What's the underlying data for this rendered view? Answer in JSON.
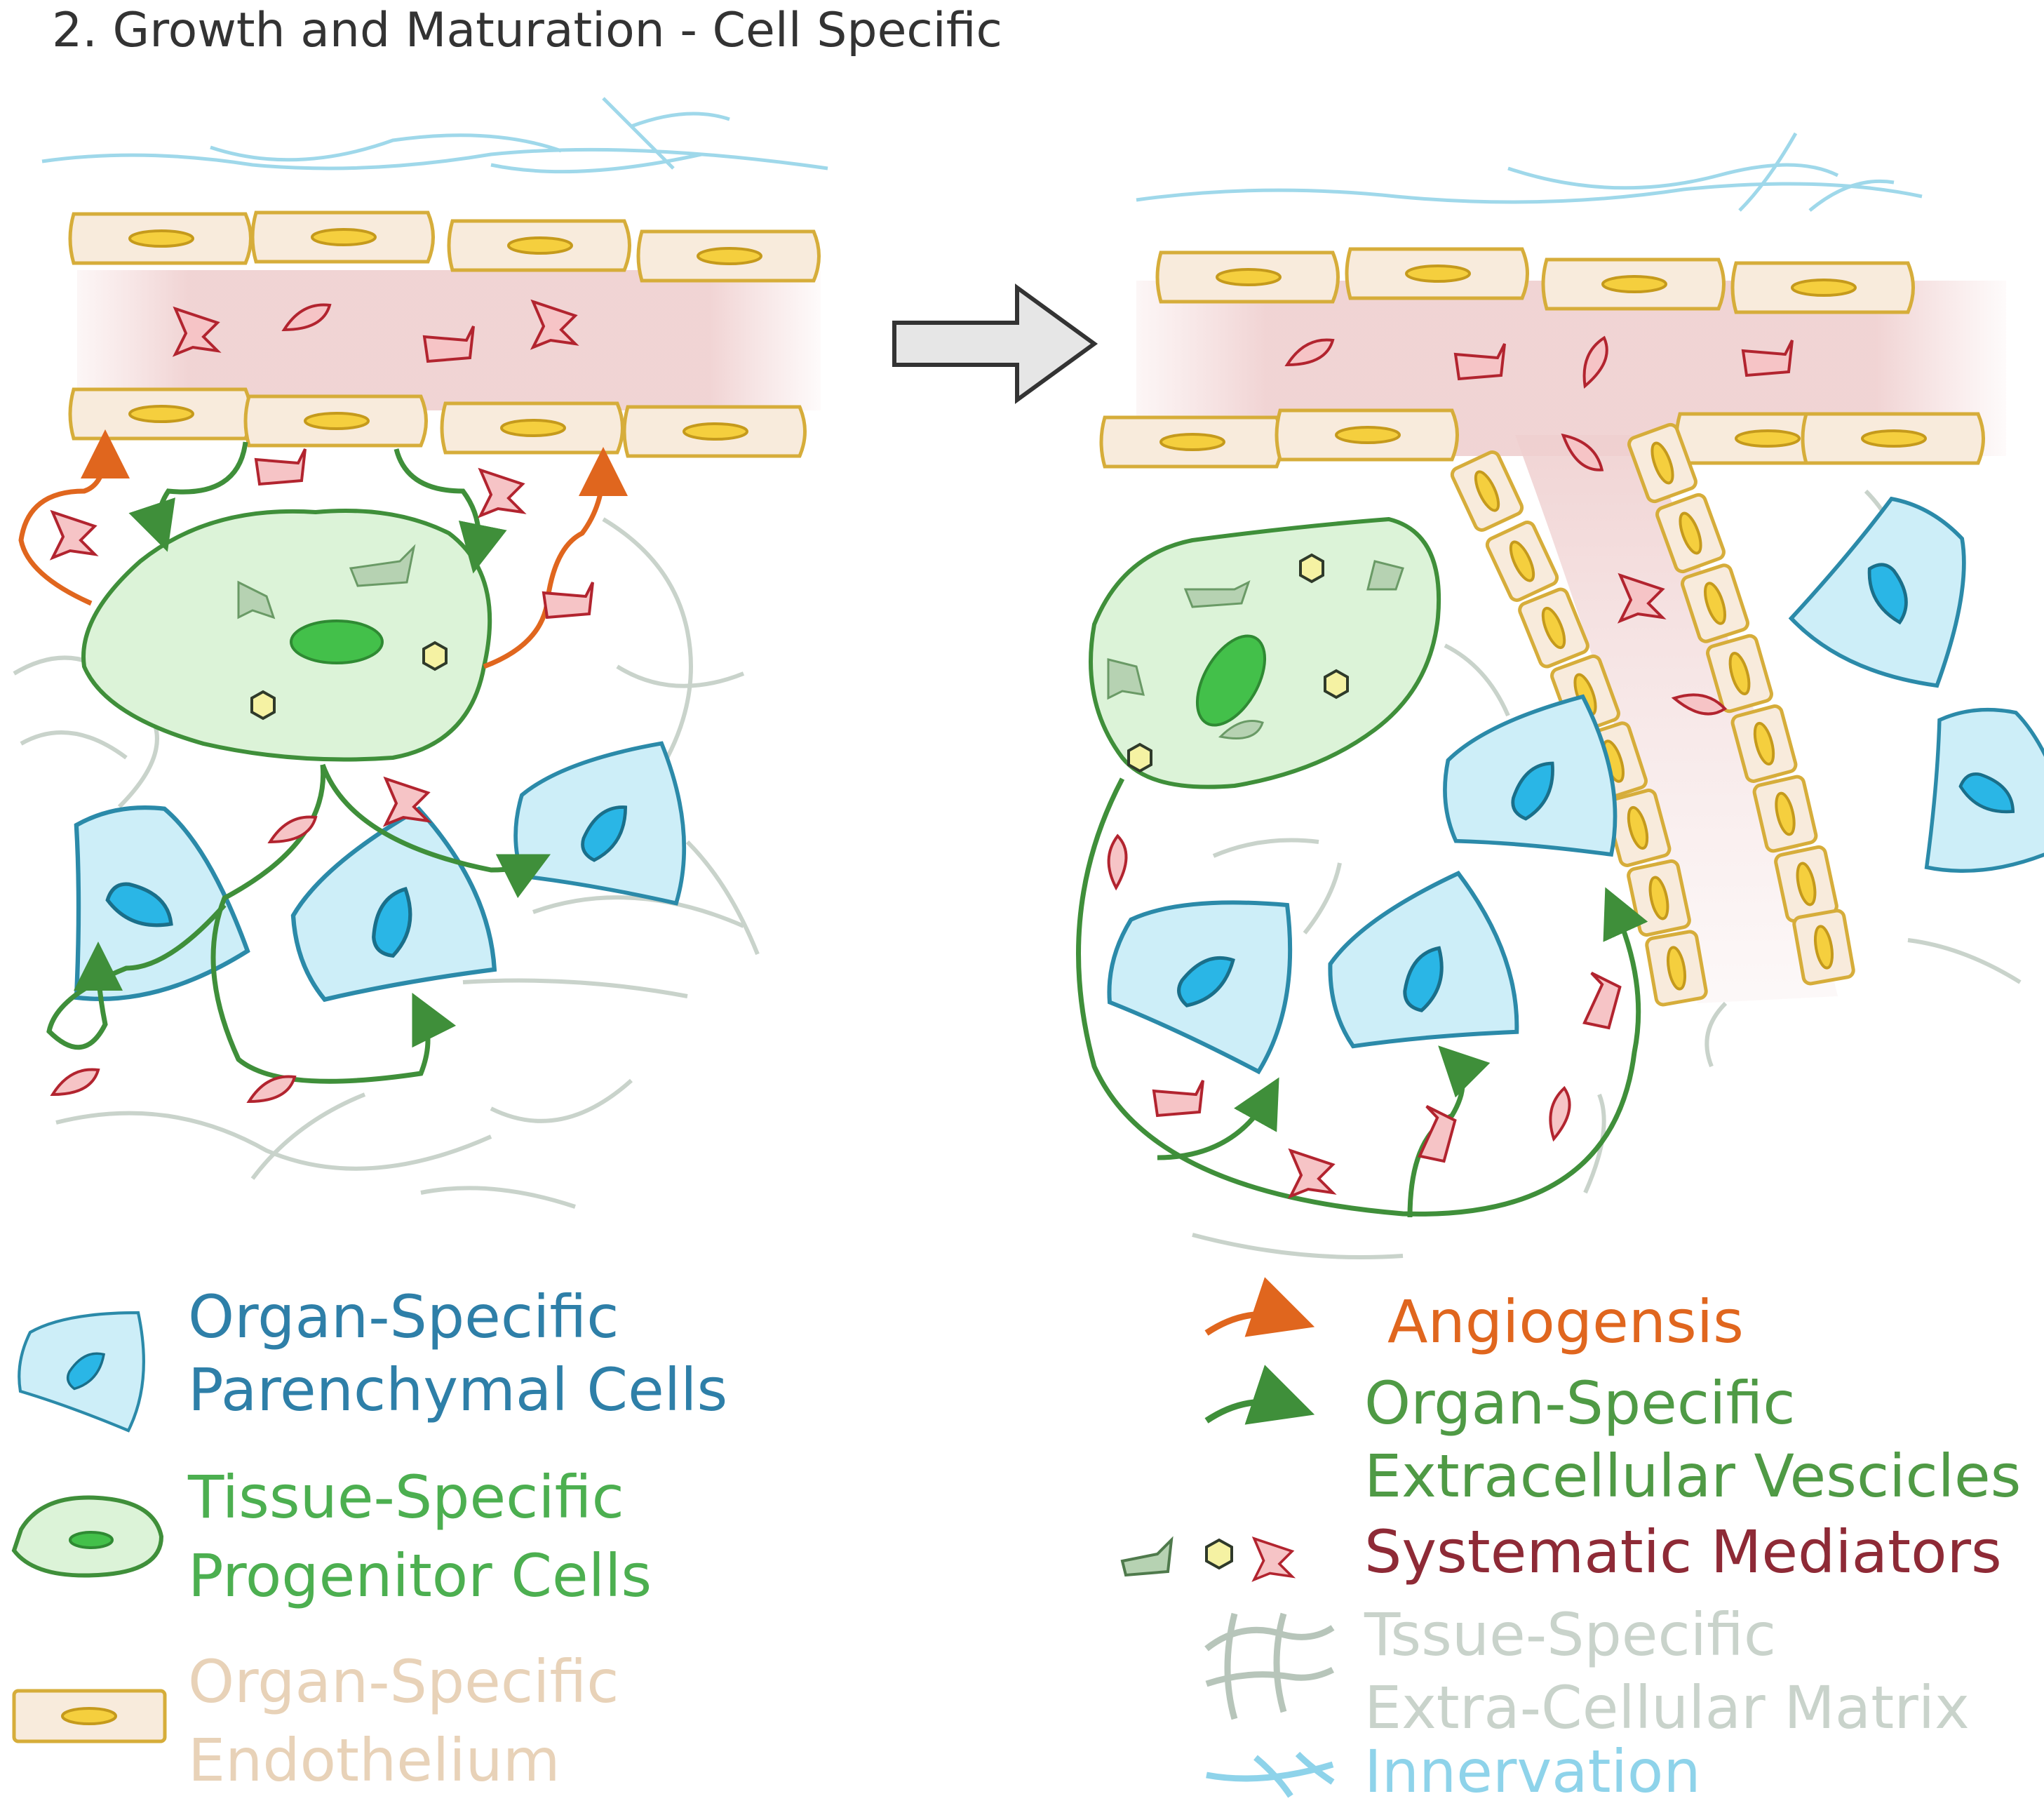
{
  "title": "2. Growth and Maturation - Cell Specific",
  "legend_left": [
    {
      "line1": "Organ-Specific",
      "line2": "Parenchymal Cells",
      "color": "#2e7fa8",
      "icon": "parenchymal-cell-icon"
    },
    {
      "line1": "Tissue-Specific",
      "line2": "Progenitor Cells",
      "color": "#4caf50",
      "icon": "progenitor-cell-icon"
    },
    {
      "line1": "Organ-Specific",
      "line2": "Endothelium",
      "color": "#e8d2b8",
      "icon": "endothelial-cell-icon"
    }
  ],
  "legend_right": [
    {
      "line1": "Angiogensis",
      "line2": "",
      "color": "#e0661e",
      "icon": "orange-arrow-icon"
    },
    {
      "line1": "Organ-Specific",
      "line2": "Extracellular Vescicles",
      "color": "#4f9a45",
      "icon": "green-arrow-icon"
    },
    {
      "line1": "Systematic Mediators",
      "line2": "",
      "color": "#8e2a36",
      "icon": "mediators-icon"
    },
    {
      "line1": "Tssue-Specific",
      "line2": "Extra-Cellular Matrix",
      "color": "#c9d3cb",
      "icon": "matrix-icon"
    },
    {
      "line1": "Innervation",
      "line2": "",
      "color": "#8ed3ea",
      "icon": "nerve-icon"
    }
  ]
}
